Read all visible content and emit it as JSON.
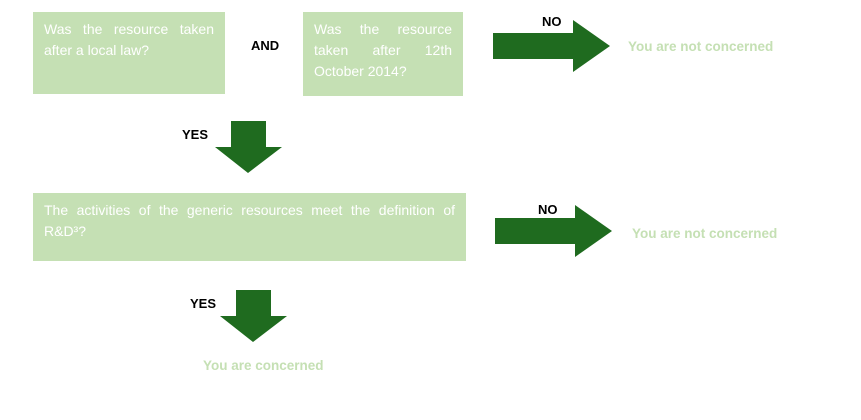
{
  "colors": {
    "box_fill": "#c5e0b4",
    "box_text": "#ffffff",
    "arrow_fill": "#1f6b1f",
    "label_text": "#000000",
    "outcome_text": "#c5e0b4"
  },
  "questions": {
    "q1": "Was the resource taken after a local law?",
    "q2": "Was the resource taken after 12th October 2014?",
    "q3": "The activities of the generic resources meet the definition of R&D³?"
  },
  "connectors": {
    "and": "AND",
    "no_1": "NO",
    "no_2": "NO",
    "yes_1": "YES",
    "yes_2": "YES"
  },
  "outcomes": {
    "not_concerned_1": "You are not concerned",
    "not_concerned_2": "You are not concerned",
    "concerned": "You are concerned"
  }
}
